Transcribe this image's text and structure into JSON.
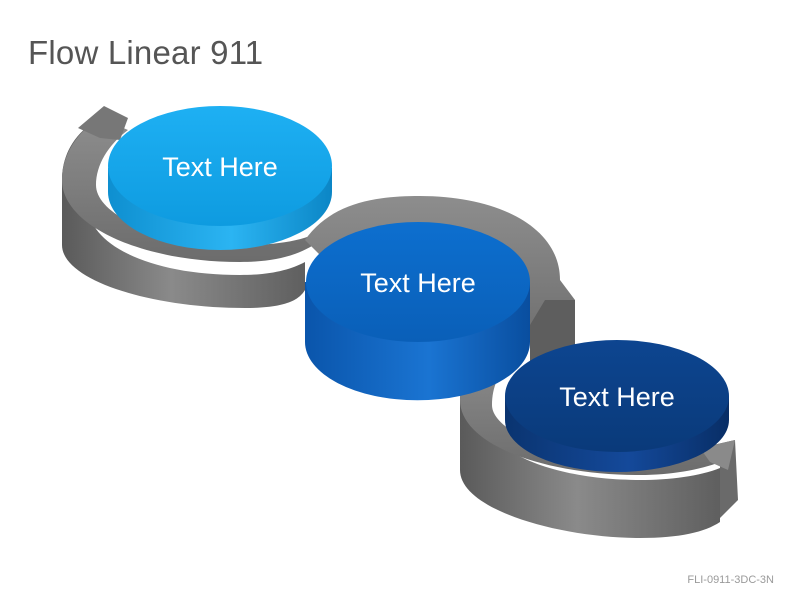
{
  "title": "Flow Linear 911",
  "steps": [
    {
      "label": "Text Here",
      "color": "#13a6ea"
    },
    {
      "label": "Text Here",
      "color": "#0a67c4"
    },
    {
      "label": "Text Here",
      "color": "#0b3f84"
    }
  ],
  "path_color": "#6e6e6e",
  "footer_code": "FLI-0911-3DC-3N"
}
